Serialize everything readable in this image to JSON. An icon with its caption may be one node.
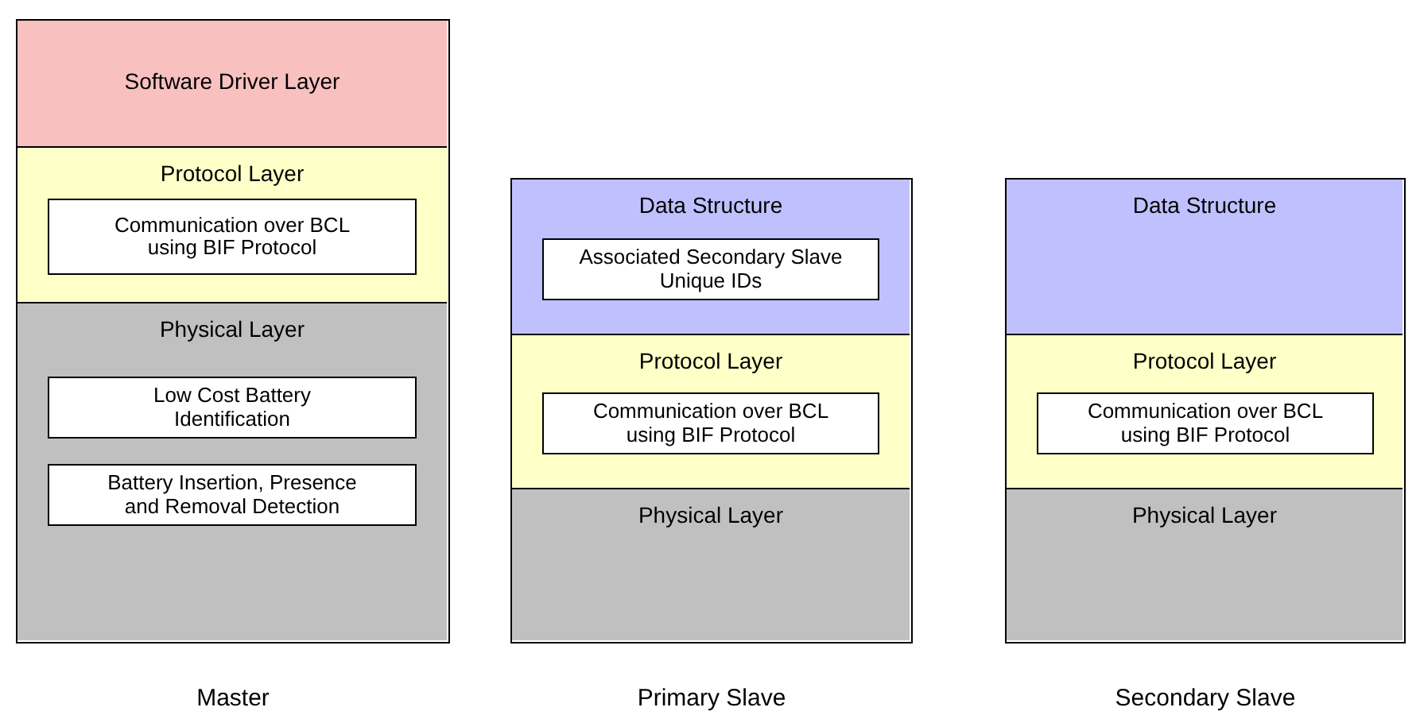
{
  "diagram": {
    "nodes": [
      {
        "text": [],
        "shape": "box",
        "beside": [
          "Master"
        ]
      },
      {
        "text": [
          "Software Driver Layer"
        ],
        "in": 0
      },
      {
        "text": [
          "Protocol Layer"
        ],
        "in": 0
      },
      {
        "text": [
          "Communication over BCL using BIF Protocol"
        ],
        "in": 2
      },
      {
        "text": [
          "Physical Layer"
        ],
        "in": 0
      },
      {
        "text": [
          "Low Cost Battery Identification"
        ],
        "in": 4
      },
      {
        "text": [
          "Battery Insertion, Presence and Removal Detection"
        ],
        "in": 4
      },
      {
        "text": [],
        "shape": "box",
        "beside": [
          "Primary Slave"
        ]
      },
      {
        "text": [
          "Data Structure"
        ],
        "in": 7
      },
      {
        "text": [
          "Associated Secondary Slave Unique IDs"
        ],
        "in": 8
      },
      {
        "text": [
          "Protocol Layer"
        ],
        "in": 7
      },
      {
        "text": [
          "Communication over BCL using BIF Protocol"
        ],
        "in": 10
      },
      {
        "text": [
          "Physical Layer"
        ],
        "in": 7
      },
      {
        "text": [],
        "shape": "box",
        "beside": [
          "Secondary Slave"
        ]
      },
      {
        "text": [
          "Data Structure"
        ],
        "in": 13
      },
      {
        "text": [
          "Protocol Layer"
        ],
        "in": 13
      },
      {
        "text": [
          "Communication over BCL using BIF Protocol"
        ],
        "in": 15
      },
      {
        "text": [
          "Physical Layer"
        ],
        "in": 13
      }
    ]
  }
}
